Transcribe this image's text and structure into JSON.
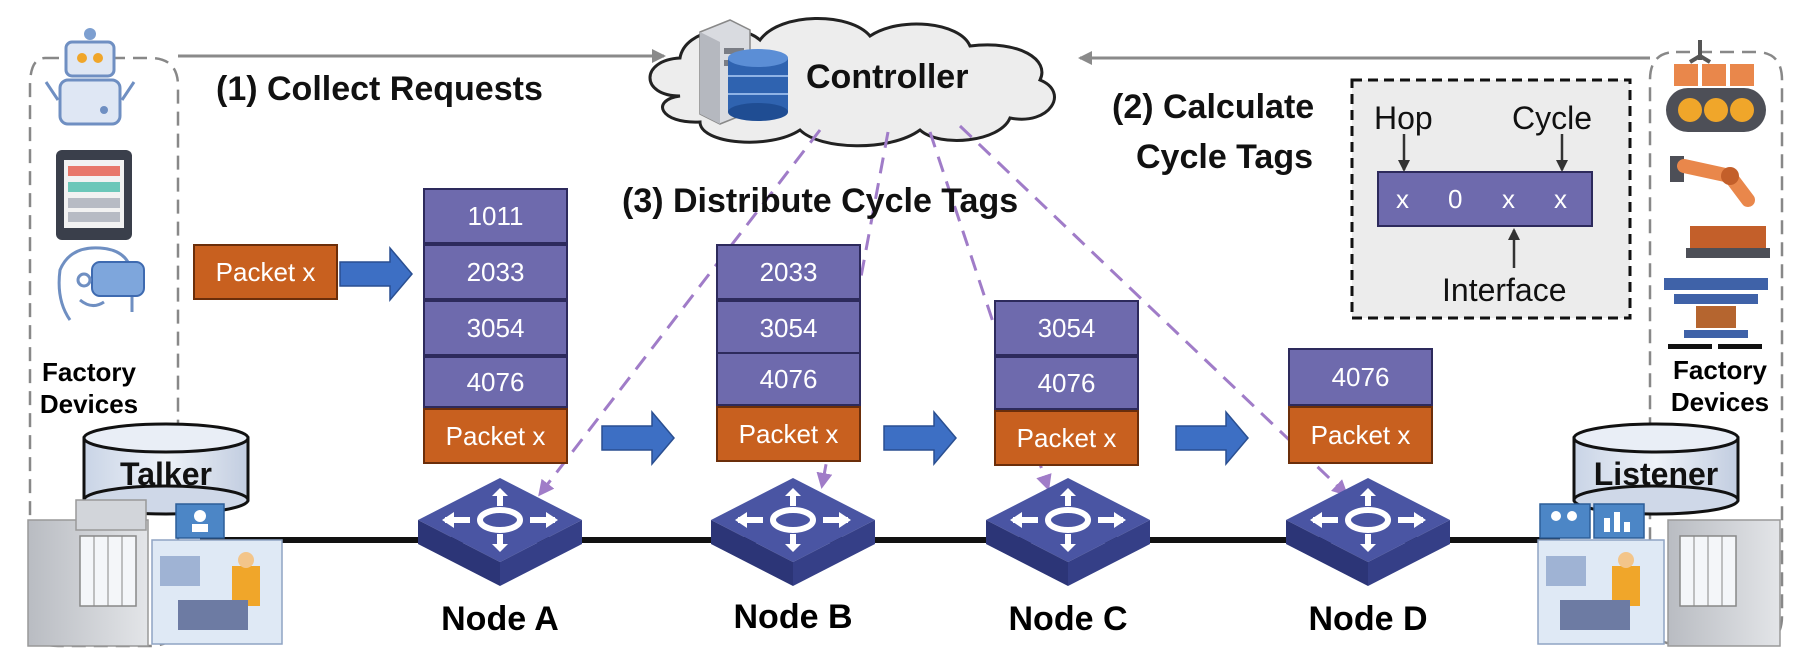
{
  "controller": {
    "label": "Controller"
  },
  "steps": {
    "collect": "(1) Collect Requests",
    "calculate_line1": "(2) Calculate",
    "calculate_line2": "Cycle Tags",
    "distribute": "(3) Distribute Cycle Tags"
  },
  "talker": {
    "label": "Talker",
    "devices_line1": "Factory",
    "devices_line2": "Devices"
  },
  "listener": {
    "label": "Listener",
    "devices_line1": "Factory",
    "devices_line2": "Devices"
  },
  "source_packet": "Packet x",
  "nodes": [
    {
      "name": "Node A",
      "tags": [
        "1011",
        "2033",
        "3054",
        "4076"
      ],
      "packet": "Packet x"
    },
    {
      "name": "Node B",
      "tags": [
        "2033",
        "3054",
        "4076"
      ],
      "packet": "Packet x"
    },
    {
      "name": "Node C",
      "tags": [
        "3054",
        "4076"
      ],
      "packet": "Packet x"
    },
    {
      "name": "Node D",
      "tags": [
        "4076"
      ],
      "packet": "Packet x"
    }
  ],
  "tag_format": {
    "hop_label": "Hop",
    "cycle_label": "Cycle",
    "interface_label": "Interface",
    "digits": [
      "x",
      "0",
      "x",
      "x"
    ]
  },
  "colors": {
    "tag": "#6e6aad",
    "packet": "#c8601f",
    "arrow": "#3d6fc4",
    "switch": "#3f4a93",
    "dashed": "#a07cc8"
  }
}
